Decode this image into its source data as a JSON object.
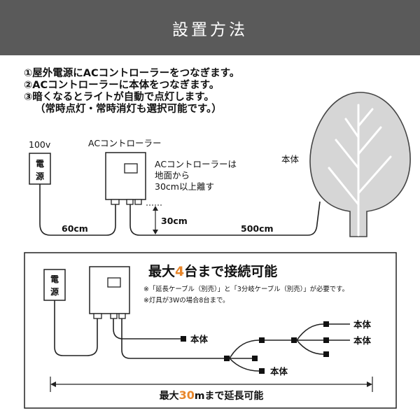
{
  "header": {
    "title": "設置方法"
  },
  "steps": [
    "①屋外電源にACコントローラーをつなぎます。",
    "②ACコントローラーに本体をつなぎます。",
    "③暗くなるとライトが自動で点灯します。",
    "（常時点灯・常時消灯も選択可能です。）"
  ],
  "top_diagram": {
    "voltage_label": "100v",
    "outlet_label_1": "電",
    "outlet_label_2": "源",
    "controller_label": "ACコントローラー",
    "controller_note": [
      "ACコントローラーは",
      "地面から",
      "30cm以上離す"
    ],
    "height_label": "30cm",
    "cable_left_label": "60cm",
    "cable_right_label": "500cm",
    "body_label": "本体"
  },
  "bottom_diagram": {
    "outlet_label_1": "電",
    "outlet_label_2": "源",
    "heading_prefix": "最大",
    "heading_number": "4",
    "heading_suffix": "台まで接続可能",
    "heading_number_color": "#e8862a",
    "note_1": "※「延長ケーブル（別売）」と「3分岐ケーブル（別売）」が必要です。",
    "note_2": "※灯具が3Wの場合8台まで。",
    "body_labels": [
      "本体",
      "本体",
      "本体",
      "本体"
    ],
    "extension_prefix": "最大",
    "extension_number": "30",
    "extension_suffix": "mまで延長可能"
  }
}
